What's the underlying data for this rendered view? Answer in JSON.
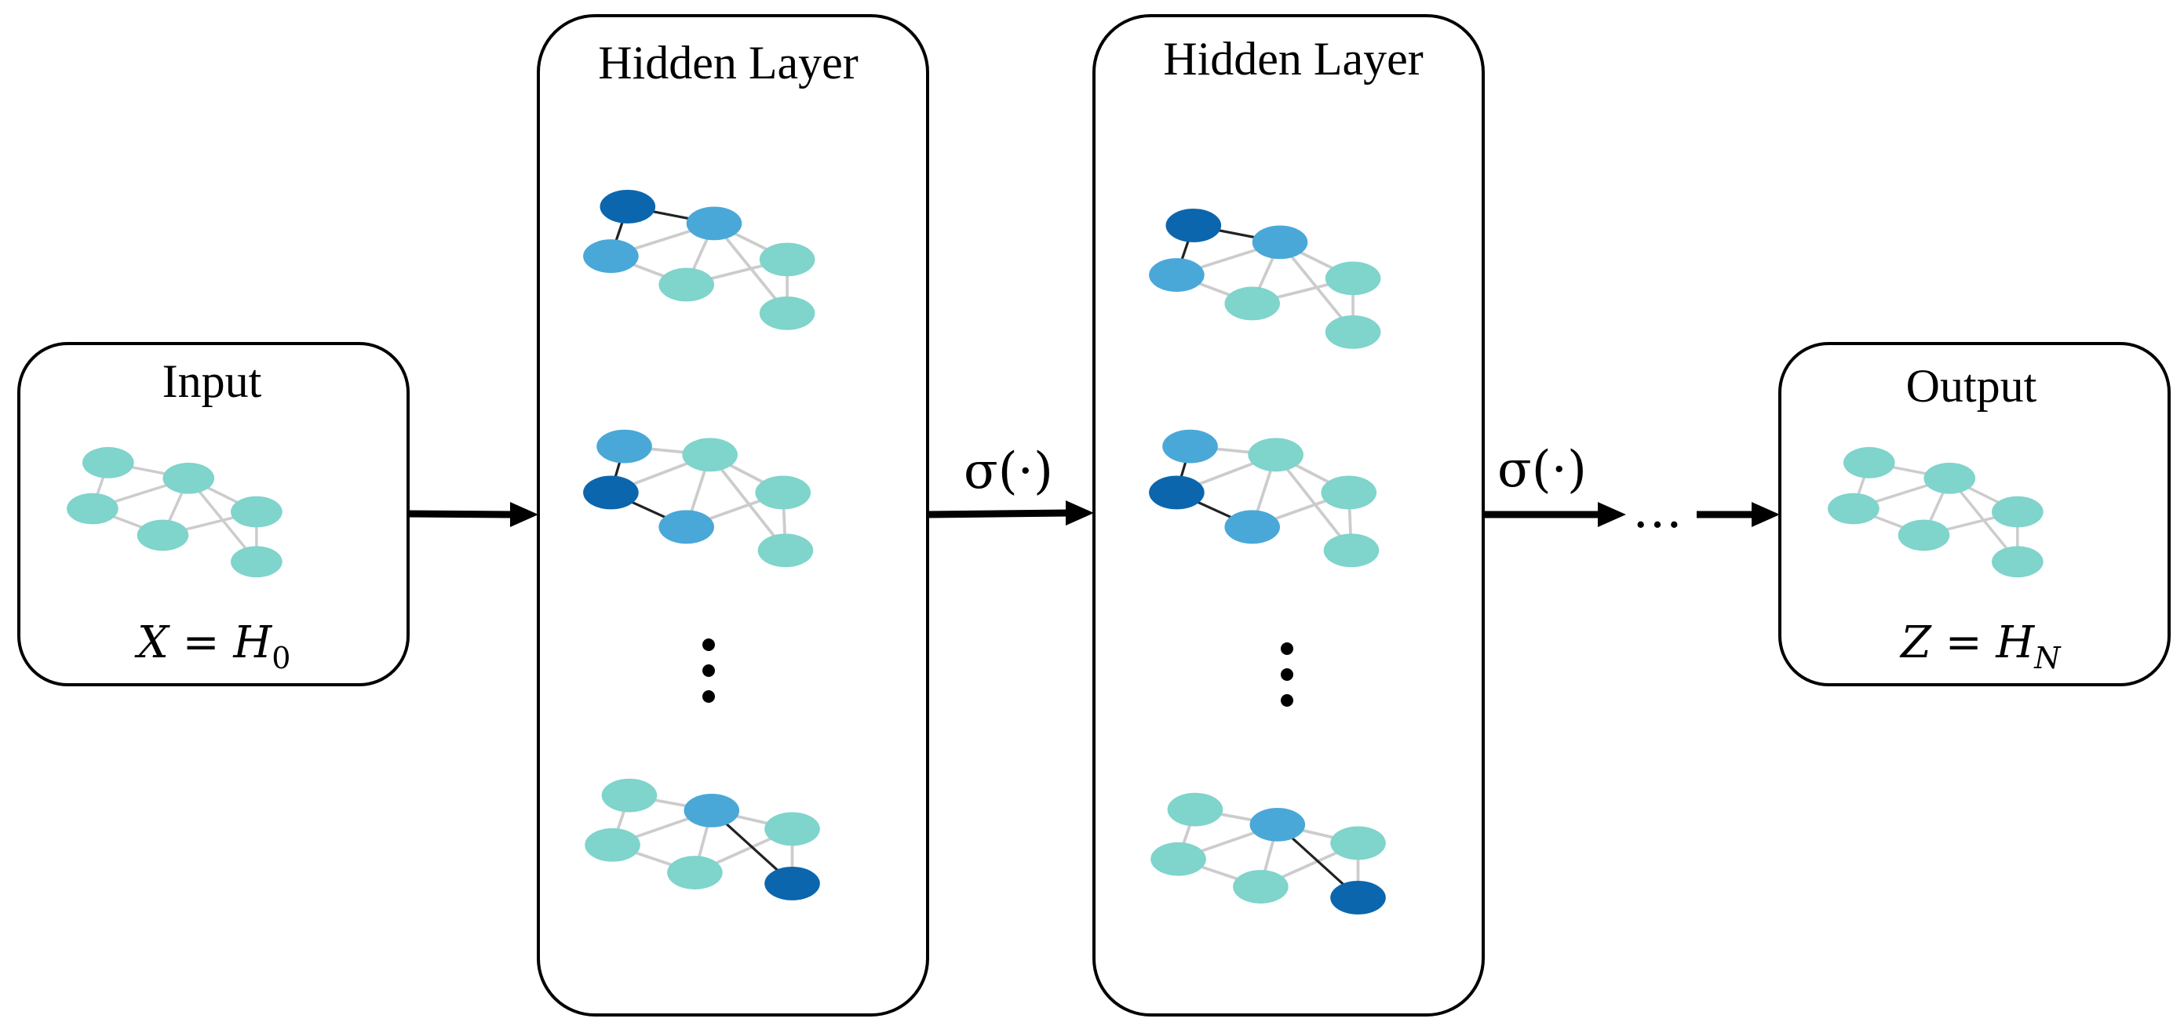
{
  "blocks": {
    "input": {
      "title": "Input",
      "formula_lhs": "X = H",
      "formula_sub": "0"
    },
    "hidden1": {
      "title": "Hidden Layer"
    },
    "hidden2": {
      "title": "Hidden Layer"
    },
    "output": {
      "title": "Output",
      "formula_lhs": "Z = H",
      "formula_sub": "N"
    }
  },
  "activations": [
    "σ(·)",
    "σ(·)"
  ],
  "ellipsis": "…",
  "colors": {
    "node_light": "#7fd4cc",
    "node_mid": "#4aa8d8",
    "node_dark": "#0b66ad",
    "edge_light": "#cccccc",
    "edge_dark": "#222222"
  },
  "graph": {
    "nodes": [
      "a",
      "b",
      "c",
      "d",
      "e",
      "f"
    ],
    "edges": [
      [
        "a",
        "b"
      ],
      [
        "a",
        "c"
      ],
      [
        "b",
        "c"
      ],
      [
        "b",
        "d"
      ],
      [
        "c",
        "d"
      ],
      [
        "b",
        "e"
      ],
      [
        "d",
        "e"
      ],
      [
        "b",
        "f"
      ],
      [
        "e",
        "f"
      ]
    ]
  },
  "graph_views": [
    {
      "id": "input",
      "highlight_edges": [],
      "node_colors": {
        "a": "light",
        "b": "light",
        "c": "light",
        "d": "light",
        "e": "light",
        "f": "light"
      }
    },
    {
      "id": "hidden1-1",
      "highlight_edges": [
        [
          "a",
          "b"
        ],
        [
          "a",
          "c"
        ]
      ],
      "node_colors": {
        "a": "dark",
        "b": "mid",
        "c": "mid",
        "d": "light",
        "e": "light",
        "f": "light"
      }
    },
    {
      "id": "hidden1-2",
      "highlight_edges": [
        [
          "a",
          "c"
        ],
        [
          "c",
          "d"
        ]
      ],
      "node_colors": {
        "a": "mid",
        "b": "light",
        "c": "dark",
        "d": "mid",
        "e": "light",
        "f": "light"
      }
    },
    {
      "id": "hidden1-3",
      "highlight_edges": [
        [
          "b",
          "f"
        ]
      ],
      "node_colors": {
        "a": "light",
        "b": "mid",
        "c": "light",
        "d": "light",
        "e": "light",
        "f": "dark"
      }
    },
    {
      "id": "hidden2-1",
      "highlight_edges": [
        [
          "a",
          "b"
        ],
        [
          "a",
          "c"
        ]
      ],
      "node_colors": {
        "a": "dark",
        "b": "mid",
        "c": "mid",
        "d": "light",
        "e": "light",
        "f": "light"
      }
    },
    {
      "id": "hidden2-2",
      "highlight_edges": [
        [
          "a",
          "c"
        ],
        [
          "c",
          "d"
        ]
      ],
      "node_colors": {
        "a": "mid",
        "b": "light",
        "c": "dark",
        "d": "mid",
        "e": "light",
        "f": "light"
      }
    },
    {
      "id": "hidden2-3",
      "highlight_edges": [
        [
          "b",
          "f"
        ]
      ],
      "node_colors": {
        "a": "light",
        "b": "mid",
        "c": "light",
        "d": "light",
        "e": "light",
        "f": "dark"
      }
    },
    {
      "id": "output",
      "highlight_edges": [],
      "node_colors": {
        "a": "light",
        "b": "light",
        "c": "light",
        "d": "light",
        "e": "light",
        "f": "light"
      }
    }
  ]
}
